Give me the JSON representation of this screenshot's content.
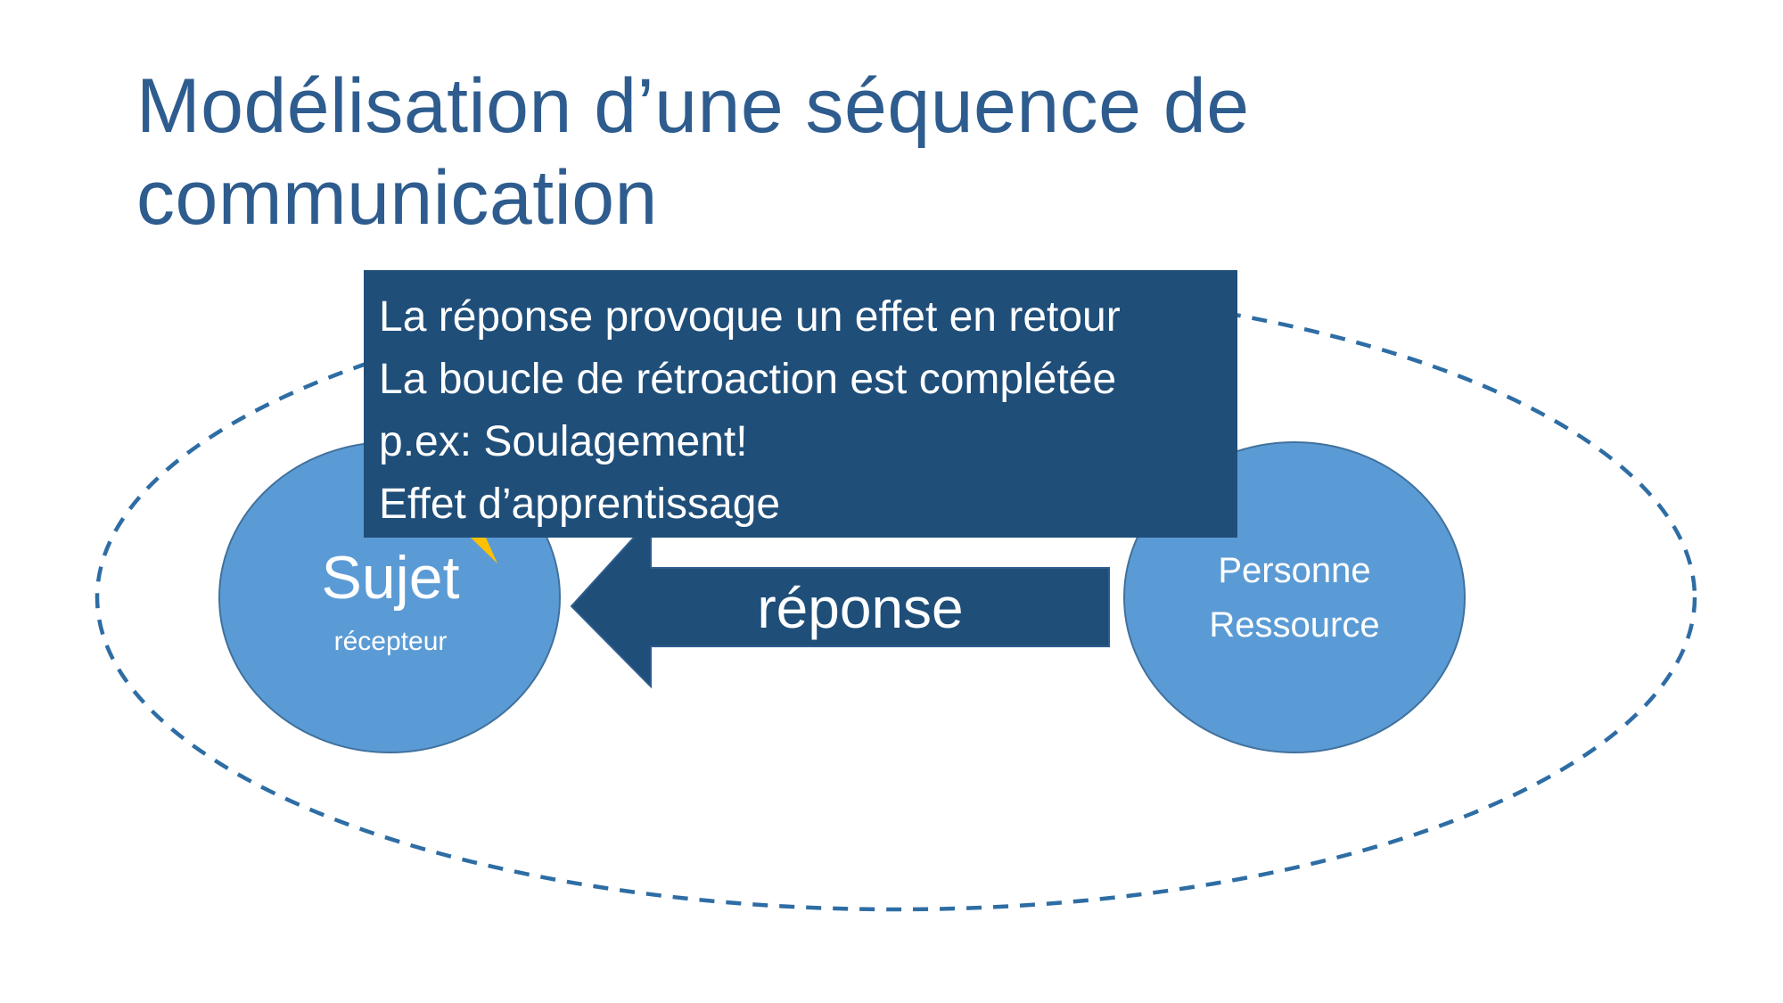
{
  "slide": {
    "title_line1": "Modélisation d’une séquence de",
    "title_line2": "communication"
  },
  "callout": {
    "lines": [
      "La réponse provoque un effet en retour",
      "La boucle de rétroaction est complétée",
      "p.ex: Soulagement!",
      "Effet d’apprentissage"
    ]
  },
  "nodes": {
    "sujet": {
      "label": "Sujet",
      "sublabel": "récepteur"
    },
    "personne": {
      "label_line1": "Personne",
      "label_line2": "Ressource"
    }
  },
  "arrow": {
    "label": "réponse"
  },
  "colors": {
    "title": "#2e5c8e",
    "callout_fill": "#1f4e79",
    "node_fill": "#5b9bd5",
    "node_stroke": "#41719c",
    "arrow_fill": "#1f4e79",
    "dashed_loop": "#2e6da4",
    "accent": "#ffc000"
  }
}
